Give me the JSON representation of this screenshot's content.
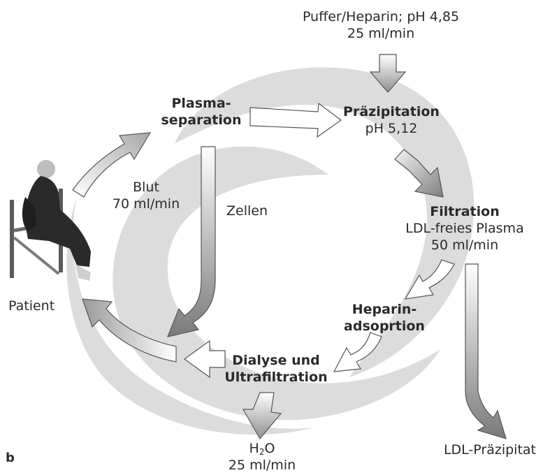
{
  "labels": {
    "buffer_line1": "Puffer/Heparin; pH 4,85",
    "buffer_line2": "25 ml/min",
    "precip_title": "Präzipitation",
    "precip_ph": "pH 5,12",
    "plasma_line1": "Plasma-",
    "plasma_line2": "separation",
    "blood_line1": "Blut",
    "blood_line2": "70 ml/min",
    "cells": "Zellen",
    "filtration_title": "Filtration",
    "filtration_line2": "LDL-freies Plasma",
    "filtration_line3": "50 ml/min",
    "heparin_line1": "Heparin-",
    "heparin_line2": "adsoprtion",
    "dialysis_line1": "Dialyse und",
    "dialysis_line2": "Ultrafiltration",
    "water_h": "H",
    "water_sub": "2",
    "water_o": "O",
    "water_flow": "25 ml/min",
    "ldl_precipitate": "LDL-Präzipitat",
    "patient": "Patient",
    "panel_letter": "b"
  },
  "colors": {
    "ring": "#dcdcdc",
    "arrow_dark": "#8c8c8c",
    "arrow_light": "#ffffff",
    "arrow_outline": "#555555"
  }
}
